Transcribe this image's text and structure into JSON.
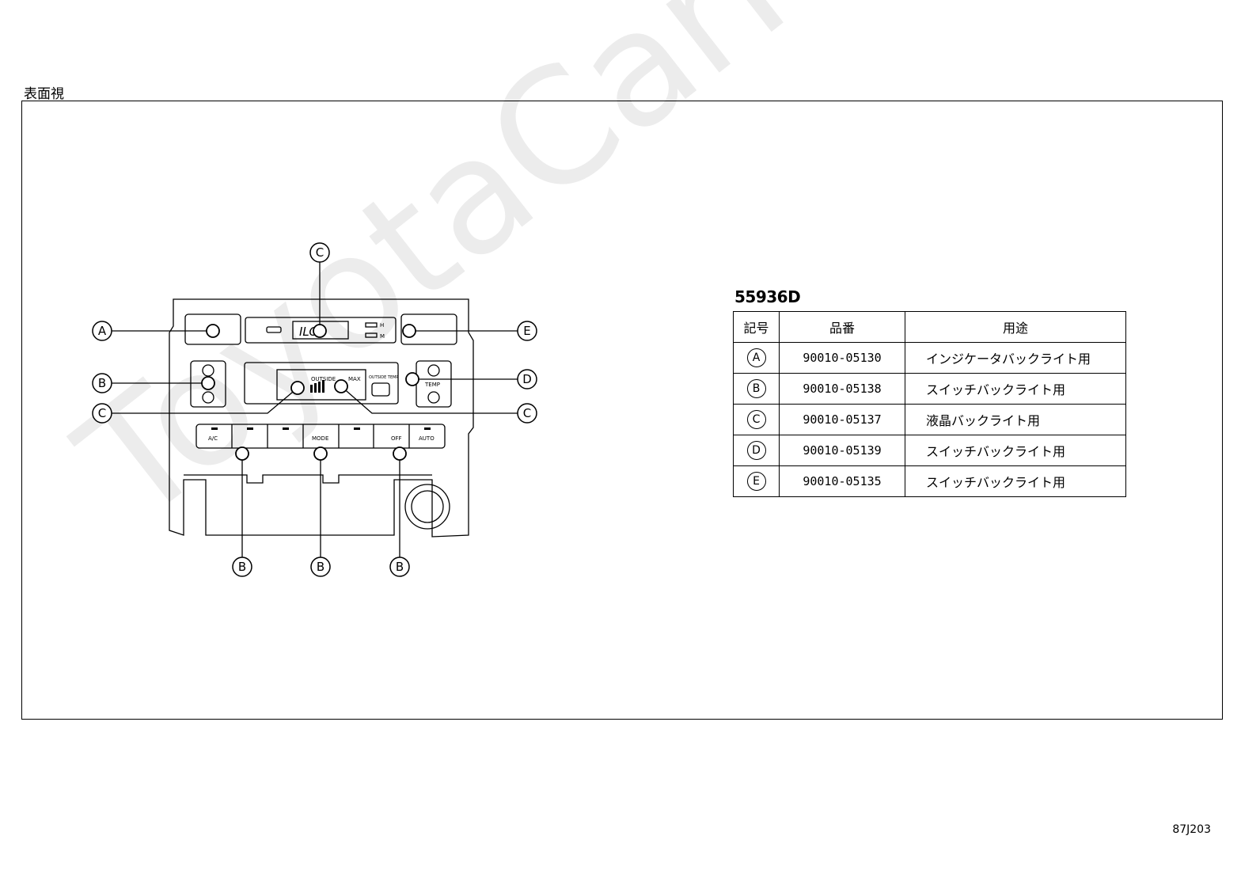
{
  "view_title": "表面視",
  "part_code": "55936D",
  "table": {
    "headers": [
      "記号",
      "品番",
      "用途"
    ],
    "rows": [
      {
        "symbol": "A",
        "part_number": "90010-05130",
        "usage": "インジケータバックライト用"
      },
      {
        "symbol": "B",
        "part_number": "90010-05138",
        "usage": "スイッチバックライト用"
      },
      {
        "symbol": "C",
        "part_number": "90010-05137",
        "usage": "液晶バックライト用"
      },
      {
        "symbol": "D",
        "part_number": "90010-05139",
        "usage": "スイッチバックライト用"
      },
      {
        "symbol": "E",
        "part_number": "90010-05135",
        "usage": "スイッチバックライト用"
      }
    ]
  },
  "callouts": {
    "top": "C",
    "left_1": "A",
    "left_2": "B",
    "left_3": "C",
    "right_1": "E",
    "right_2": "D",
    "right_3": "C",
    "bottom_1": "B",
    "bottom_2": "B",
    "bottom_3": "B"
  },
  "panel_labels": {
    "lcd_digits": "ILOB",
    "btn_ac": "A/C",
    "btn_mode": "MODE",
    "btn_off": "OFF",
    "btn_auto": "AUTO",
    "temp": "TEMP",
    "outside": "OUTSIDE",
    "outside_temp": "OUTSIDE TEMP",
    "max": "MAX",
    "small_h": "H",
    "small_m": "M"
  },
  "doc_id": "87J203",
  "watermark": "ToyotaCarMine.ru"
}
